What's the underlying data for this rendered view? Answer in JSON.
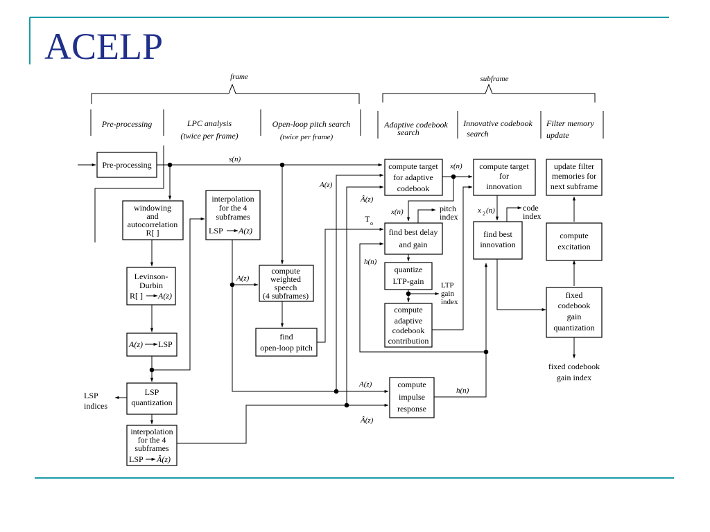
{
  "title": "ACELP",
  "colors": {
    "accent": "#1a9aa8",
    "title": "#1f2f8a"
  },
  "header": {
    "frame": "frame",
    "subframe": "subframe",
    "preprocessing": "Pre-processing",
    "lpc1": "LPC analysis",
    "lpc2": "(twice per frame)",
    "olp1": "Open-loop pitch search",
    "olp2": "(twice per frame)",
    "acb1": "Adaptive codebook",
    "acb2": "search",
    "icb1": "Innovative codebook",
    "icb2": "search",
    "fm1": "Filter memory",
    "fm2": "update"
  },
  "blocks": {
    "preproc": "Pre-processing",
    "window": [
      "windowing",
      "and",
      "autocorrelation",
      "R[ ]"
    ],
    "levinson": [
      "Levinson-",
      "Durbin"
    ],
    "levinson_r": "R[ ]",
    "levinson_a": "A(z)",
    "a2lsp_a": "A(z)",
    "a2lsp_lsp": "LSP",
    "lspq": [
      "LSP",
      "quantization"
    ],
    "interpq": [
      "interpolation",
      "for the 4",
      "subframes"
    ],
    "interpq_lsp": "LSP",
    "interpq_a": "Â(z)",
    "interp": [
      "interpolation",
      "for the 4",
      "subframes"
    ],
    "interp_lsp": "LSP",
    "interp_a": "A(z)",
    "cws": [
      "compute",
      "weighted",
      "speech",
      "(4 subframes)"
    ],
    "olp": [
      "find",
      "open-loop pitch"
    ],
    "ta": [
      "compute target",
      "for adaptive",
      "codebook"
    ],
    "fbd": [
      "find best delay",
      "and gain"
    ],
    "qltp": [
      "quantize",
      "LTP-gain"
    ],
    "cac": [
      "compute",
      "adaptive",
      "codebook",
      "contribution"
    ],
    "imp": [
      "compute",
      "impulse",
      "response"
    ],
    "ti": [
      "compute target",
      "for",
      "innovation"
    ],
    "fbi": [
      "find best",
      "innovation"
    ],
    "uf": [
      "update filter",
      "memories for",
      "next subframe"
    ],
    "ce": [
      "compute",
      "excitation"
    ],
    "fcq": [
      "fixed",
      "codebook",
      "gain",
      "quantization"
    ]
  },
  "labels": {
    "sn": "s(n)",
    "xn1": "x(n)",
    "az_ta": "A(z)",
    "ahat_ta": "Â(z)",
    "xn2": "x(n)",
    "pitch": [
      "pitch",
      "index"
    ],
    "t0": "T",
    "t0_sub": "o",
    "hn_fbd": "h(n)",
    "ltp": [
      "LTP",
      "gain",
      "index"
    ],
    "x2n": "x",
    "x2n_sub": "2",
    "x2n_tail": "(n)",
    "code": [
      "code",
      "index"
    ],
    "az_cws": "A(z)",
    "lsp_indices": [
      "LSP",
      "indices"
    ],
    "az_imp": "A(z)",
    "ahat_imp": "Â(z)",
    "hn_imp": "h(n)",
    "fcg_index": [
      "fixed codebook",
      "gain index"
    ]
  }
}
